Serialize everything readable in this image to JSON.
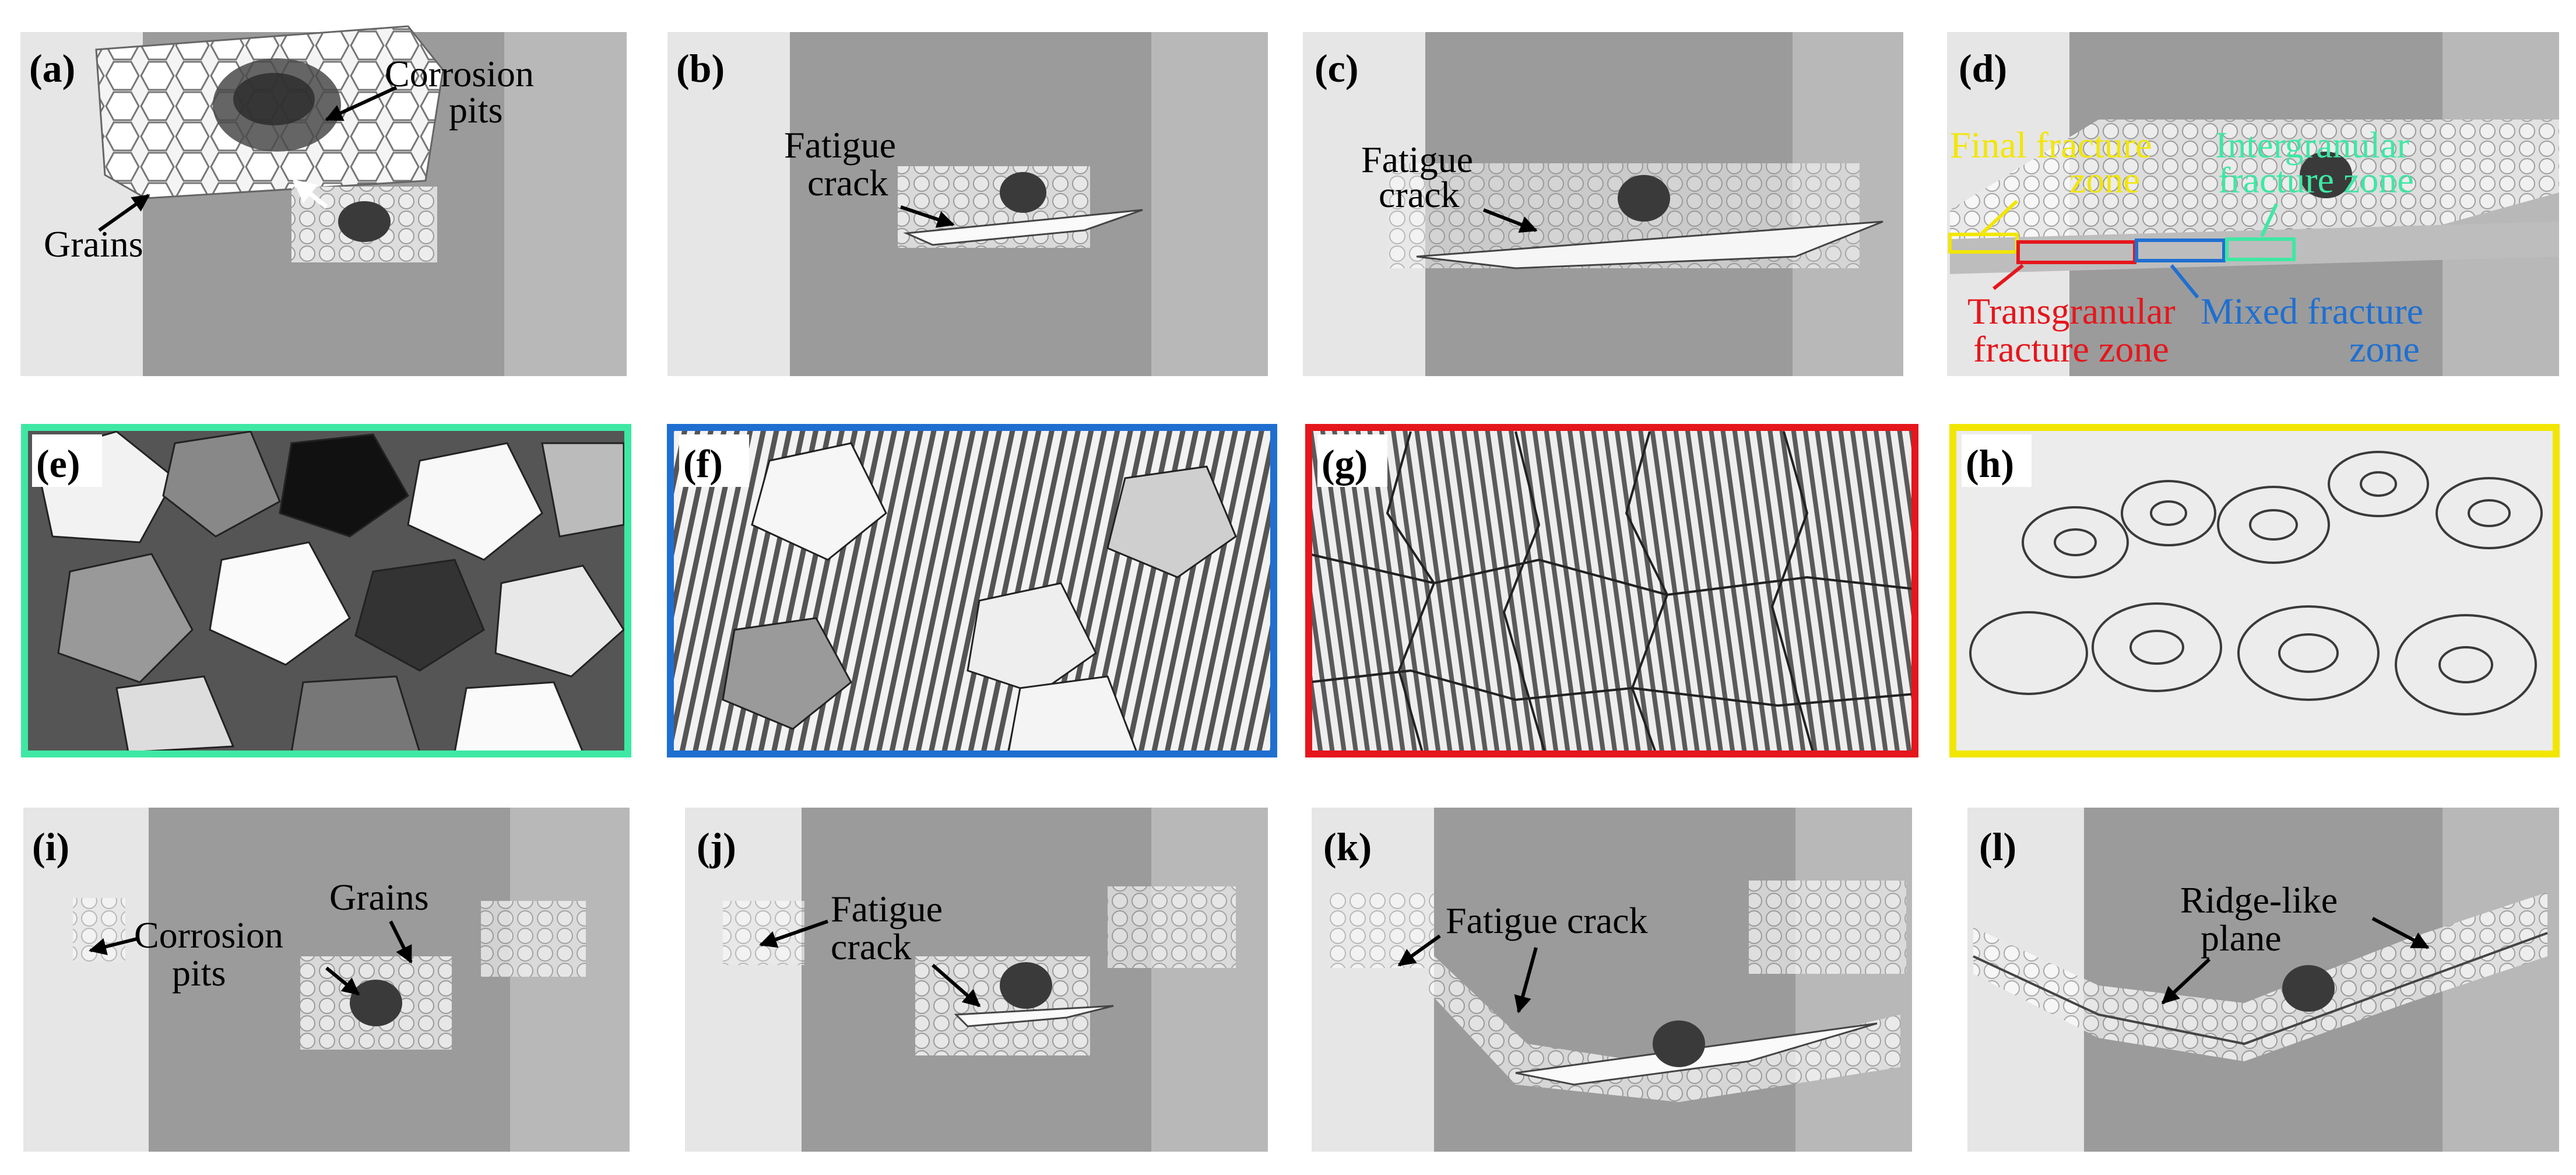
{
  "panels": {
    "a": {
      "tag": "(a)",
      "corrosion_pits_1": "Corrosion",
      "corrosion_pits_2": "pits",
      "grains": "Grains"
    },
    "b": {
      "tag": "(b)",
      "fatigue_1": "Fatigue",
      "fatigue_2": "crack"
    },
    "c": {
      "tag": "(c)",
      "fatigue_1": "Fatigue",
      "fatigue_2": "crack"
    },
    "d": {
      "tag": "(d)",
      "final_1": "Final fracture",
      "final_2": "zone",
      "inter_1": "Intergranular",
      "inter_2": "fracture zone",
      "trans_1": "Transgranular",
      "trans_2": "fracture zone",
      "mixed_1": "Mixed fracture",
      "mixed_2": "zone"
    },
    "e": {
      "tag": "(e)"
    },
    "f": {
      "tag": "(f)"
    },
    "g": {
      "tag": "(g)"
    },
    "h": {
      "tag": "(h)"
    },
    "i": {
      "tag": "(i)",
      "corrosion_1": "Corrosion",
      "corrosion_2": "pits",
      "grains": "Grains"
    },
    "j": {
      "tag": "(j)",
      "fatigue_1": "Fatigue",
      "fatigue_2": "crack"
    },
    "k": {
      "tag": "(k)",
      "fatigue": "Fatigue crack"
    },
    "l": {
      "tag": "(l)",
      "ridge_1": "Ridge-like",
      "ridge_2": "plane"
    }
  },
  "colors": {
    "intergranular": "#3ee8a4",
    "mixed": "#1f6fd1",
    "transgranular": "#e5161c",
    "final": "#f2e600"
  }
}
